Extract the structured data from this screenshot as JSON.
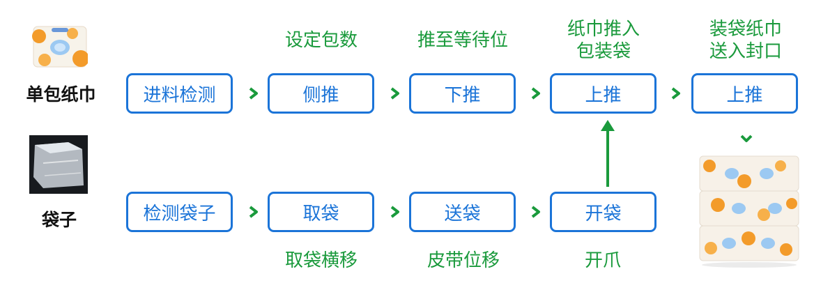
{
  "colors": {
    "box_border": "#1b74d8",
    "label": "#1a9a3c",
    "arrow": "#1a9a3c"
  },
  "top_row": {
    "source_label": "单包纸巾",
    "boxes": [
      "进料检测",
      "侧推",
      "下推",
      "上推",
      "上推"
    ],
    "labels_above": [
      "设定包数",
      "推至等待位",
      "纸巾推入\n包装袋",
      "装袋纸巾\n送入封口"
    ]
  },
  "bottom_row": {
    "source_label": "袋子",
    "boxes": [
      "检测袋子",
      "取袋",
      "送袋",
      "开袋"
    ],
    "labels_below": [
      "取袋横移",
      "皮带位移",
      "开爪"
    ]
  },
  "images": {
    "tissue_pack": "tissue-pack-image",
    "plastic_bag": "plastic-bag-image",
    "packed_output": "packed-tissue-stack-image"
  }
}
